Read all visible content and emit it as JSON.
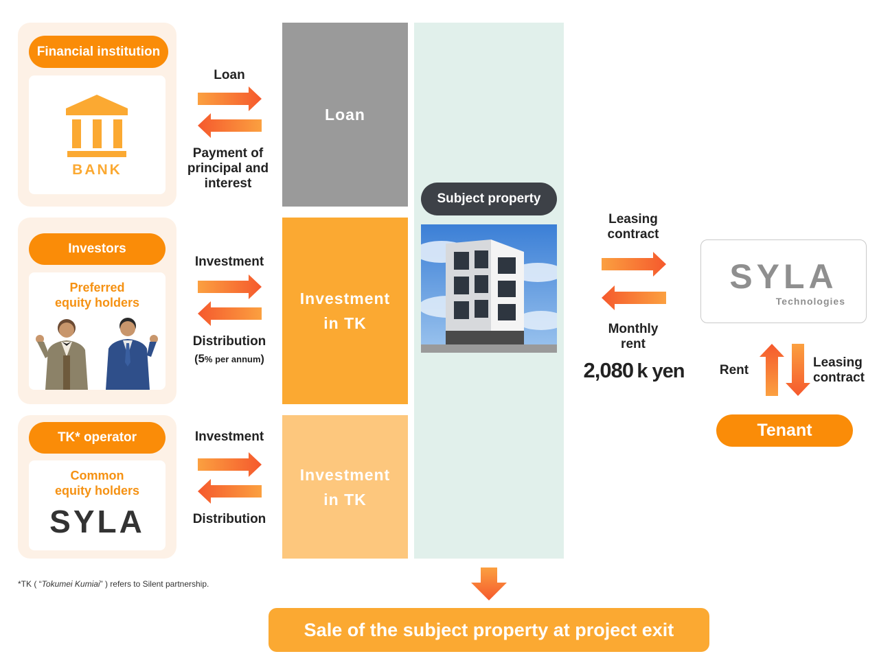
{
  "financial": {
    "title": "Financial institution",
    "bank_text": "BANK",
    "arrow_right_label": "Loan",
    "arrow_left_label_1": "Payment of",
    "arrow_left_label_2": "principal and",
    "arrow_left_label_3": "interest"
  },
  "investors": {
    "title": "Investors",
    "card_line1": "Preferred",
    "card_line2": "equity holders",
    "arrow_right_label": "Investment",
    "arrow_left_label": "Distribution",
    "rate_pct": "5",
    "rate_unit": "% per annum"
  },
  "operator": {
    "title": "TK* operator",
    "card_line1": "Common",
    "card_line2": "equity holders",
    "logo_text": "SYLA",
    "arrow_right_label": "Investment",
    "arrow_left_label": "Distribution"
  },
  "blocks": {
    "loan": "Loan",
    "investment1_line1": "Investment",
    "investment1_line2": "in TK",
    "investment2_line1": "Investment",
    "investment2_line2": "in TK"
  },
  "property": {
    "label": "Subject property"
  },
  "leasing": {
    "right_label_1": "Leasing",
    "right_label_2": "contract",
    "left_label_1": "Monthly",
    "left_label_2": "rent",
    "amount_number": "2,080",
    "amount_unit": "k yen"
  },
  "syla_tech": {
    "logo_text": "SYLA",
    "logo_sub": "Technologies"
  },
  "tenant": {
    "rent_label": "Rent",
    "leasing_label_1": "Leasing",
    "leasing_label_2": "contract",
    "title": "Tenant"
  },
  "footnote": {
    "prefix": "*TK ( “",
    "term": "Tokumei Kumiai",
    "suffix": "” ) refers to Silent partnership."
  },
  "exit": {
    "label": "Sale of the subject property at project exit"
  },
  "colors": {
    "orange": "#fa8c08",
    "block_gray": "#9a9a9a",
    "block_orange": "#fba932",
    "block_light_orange": "#fdc77d",
    "property_bg": "#e1f0eb"
  }
}
